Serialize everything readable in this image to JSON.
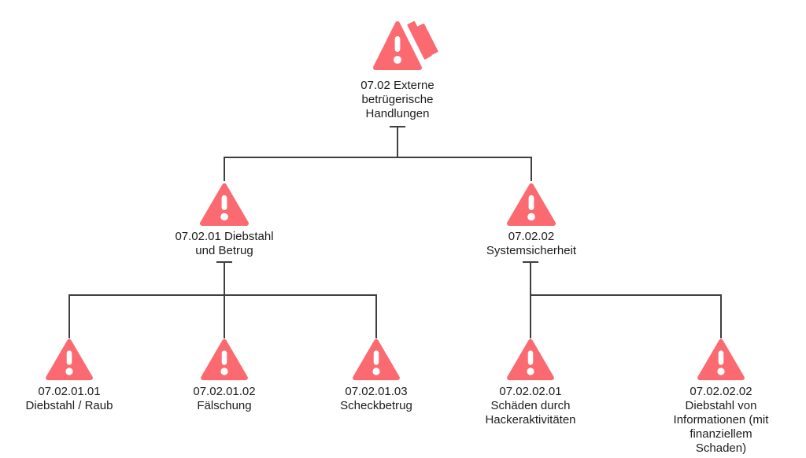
{
  "diagram": {
    "type": "tree",
    "title": "",
    "colors": {
      "node_fill": "#fa6a70",
      "icon_glyph": "#ffffff",
      "connector": "#3f3f3f",
      "text": "#1c1c1c",
      "background": "#ffffff"
    },
    "nodes": [
      {
        "id": "07.02",
        "label": "07.02 Externe betrügerische Handlungen",
        "icon": "warning-triangle-stack-icon",
        "parent": null
      },
      {
        "id": "07.02.01",
        "label": "07.02.01 Diebstahl und Betrug",
        "icon": "warning-triangle-icon",
        "parent": "07.02"
      },
      {
        "id": "07.02.02",
        "label": "07.02.02 Systemsicherheit",
        "icon": "warning-triangle-icon",
        "parent": "07.02"
      },
      {
        "id": "07.02.01.01",
        "label": "07.02.01.01 Diebstahl / Raub",
        "icon": "warning-triangle-icon",
        "parent": "07.02.01"
      },
      {
        "id": "07.02.01.02",
        "label": "07.02.01.02 Fälschung",
        "icon": "warning-triangle-icon",
        "parent": "07.02.01"
      },
      {
        "id": "07.02.01.03",
        "label": "07.02.01.03 Scheckbetrug",
        "icon": "warning-triangle-icon",
        "parent": "07.02.01"
      },
      {
        "id": "07.02.02.01",
        "label": "07.02.02.01 Schäden durch Hackeraktivitäten",
        "icon": "warning-triangle-icon",
        "parent": "07.02.02"
      },
      {
        "id": "07.02.02.02",
        "label": "07.02.02.02 Diebstahl von Informationen (mit finanziellem Schaden)",
        "icon": "warning-triangle-icon",
        "parent": "07.02.02"
      }
    ]
  }
}
